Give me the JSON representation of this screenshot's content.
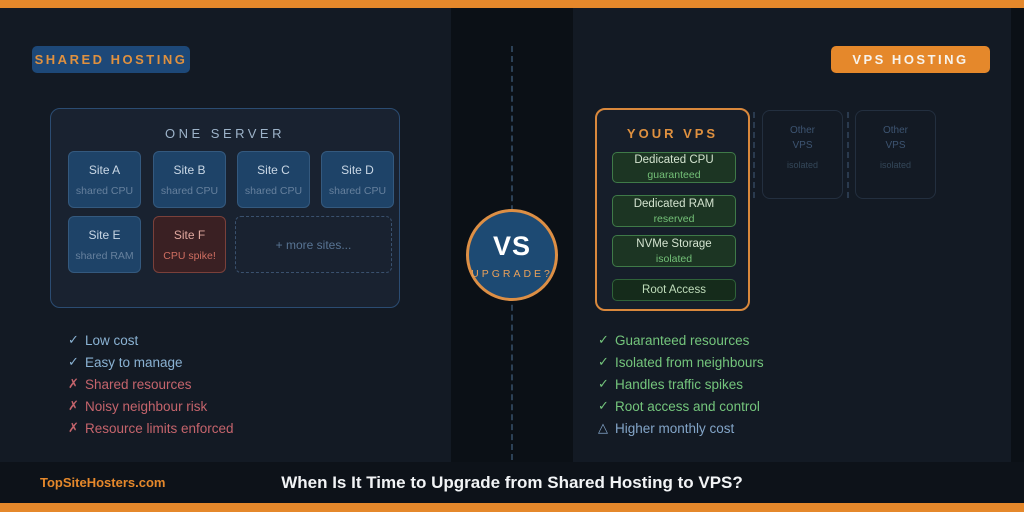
{
  "colors": {
    "accent_orange": "#e5882b",
    "badge_blue": "#1d4878",
    "alert_red": "#c5646c",
    "success_green": "#74c57c",
    "info_blue": "#8ab2d3"
  },
  "left": {
    "badge": "SHARED HOSTING",
    "server_box": {
      "title": "ONE SERVER",
      "sites": [
        {
          "name": "Site A",
          "sub": "shared CPU"
        },
        {
          "name": "Site B",
          "sub": "shared CPU"
        },
        {
          "name": "Site C",
          "sub": "shared CPU"
        },
        {
          "name": "Site D",
          "sub": "shared CPU"
        },
        {
          "name": "Site E",
          "sub": "shared RAM"
        },
        {
          "name": "Site F",
          "sub": "CPU spike!"
        }
      ],
      "more_label": "+ more sites..."
    },
    "checklist": [
      {
        "icon": "✓",
        "text": "Low cost"
      },
      {
        "icon": "✓",
        "text": "Easy to manage"
      },
      {
        "icon": "✗",
        "text": "Shared resources"
      },
      {
        "icon": "✗",
        "text": "Noisy neighbour risk"
      },
      {
        "icon": "✗",
        "text": "Resource limits enforced"
      }
    ]
  },
  "center": {
    "vs_label": "VS",
    "sub_label": "UPGRADE?"
  },
  "right": {
    "badge": "VPS HOSTING",
    "vps_box": {
      "title": "YOUR VPS",
      "features": [
        {
          "name": "Dedicated CPU",
          "sub": "guaranteed"
        },
        {
          "name": "Dedicated RAM",
          "sub": "reserved"
        },
        {
          "name": "NVMe Storage",
          "sub": "isolated"
        },
        {
          "name": "Root Access"
        }
      ]
    },
    "other_vps": [
      {
        "line1": "Other",
        "line2": "VPS",
        "sub": "isolated"
      },
      {
        "line1": "Other",
        "line2": "VPS",
        "sub": "isolated"
      }
    ],
    "checklist": [
      {
        "icon": "✓",
        "text": "Guaranteed resources"
      },
      {
        "icon": "✓",
        "text": "Isolated from neighbours"
      },
      {
        "icon": "✓",
        "text": "Handles traffic spikes"
      },
      {
        "icon": "✓",
        "text": "Root access and control"
      },
      {
        "icon": "△",
        "text": "Higher monthly cost"
      }
    ]
  },
  "footer": {
    "brand": "TopSiteHosters.com",
    "title": "When Is It Time to Upgrade from Shared Hosting to VPS?"
  }
}
